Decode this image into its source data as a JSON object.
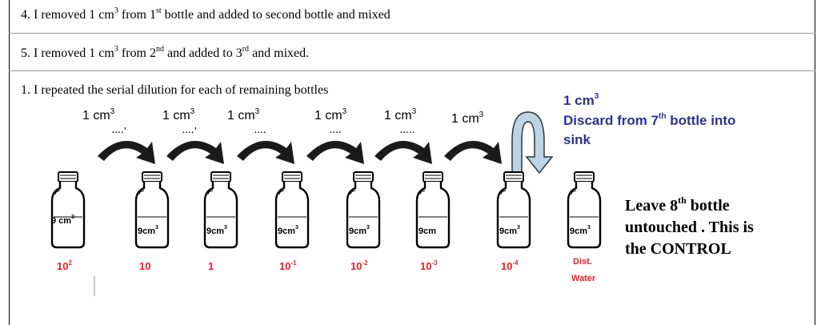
{
  "steps": {
    "s4": {
      "a": "4. I removed 1 cm",
      "sup1": "3",
      "b": " from 1",
      "sup2": "st",
      "c": " bottle and added to second bottle and mixed"
    },
    "s5": {
      "a": "5. I removed 1 cm",
      "sup1": "3",
      "b": " from 2",
      "sup2": "nd",
      "c": " and added to 3",
      "sup3": "rd",
      "d": " and mixed."
    },
    "s1": {
      "a": "1.   I repeated the  serial dilution for each of remaining bottles"
    }
  },
  "transfer_labels": [
    {
      "text": "1 cm",
      "sup": "3"
    },
    {
      "text": "1 cm",
      "sup": "3"
    },
    {
      "text": "1 cm",
      "sup": "3"
    },
    {
      "text": "1 cm",
      "sup": "3"
    },
    {
      "text": "1 cm",
      "sup": "3"
    },
    {
      "text": "1 cm",
      "sup": "3"
    }
  ],
  "dots": [
    "....'",
    "....'",
    "....",
    "....",
    "....."
  ],
  "discard": {
    "line1": "1 cm",
    "line1_sup": "3",
    "line2_a": "Discard from 7",
    "line2_sup": "th",
    "line2_b": " bottle into",
    "line3": "sink"
  },
  "bottles": [
    {
      "label": "9 cm",
      "sup": "3",
      "conc": "10",
      "conc_sup": "2"
    },
    {
      "label": "9cm",
      "sup": "3",
      "conc": "10",
      "conc_sup": ""
    },
    {
      "label": "9cm",
      "sup": "3",
      "conc": "1",
      "conc_sup": ""
    },
    {
      "label": "9cm",
      "sup": "3",
      "conc": "10",
      "conc_sup": "-1"
    },
    {
      "label": "9cm",
      "sup": "3",
      "conc": "10",
      "conc_sup": "-2"
    },
    {
      "label": "9cm",
      "sup": "",
      "conc": "10",
      "conc_sup": "-3"
    },
    {
      "label": "9cm",
      "sup": "3",
      "conc": "10",
      "conc_sup": "-4"
    },
    {
      "label": "9cm",
      "sup": "3",
      "conc": "",
      "conc_sup": ""
    }
  ],
  "water": {
    "line1": "Dist.",
    "line2": "Water"
  },
  "control": {
    "l1a": "Leave 8",
    "l1sup": "th",
    "l1b": " bottle",
    "l2": "untouched . This is",
    "l3": "the  CONTROL"
  },
  "colors": {
    "blue_text": "#2e3192",
    "red_text": "#ed1c24",
    "arrow_fill": "#1a1a1a",
    "discard_arrow": "#bcd5e6"
  }
}
